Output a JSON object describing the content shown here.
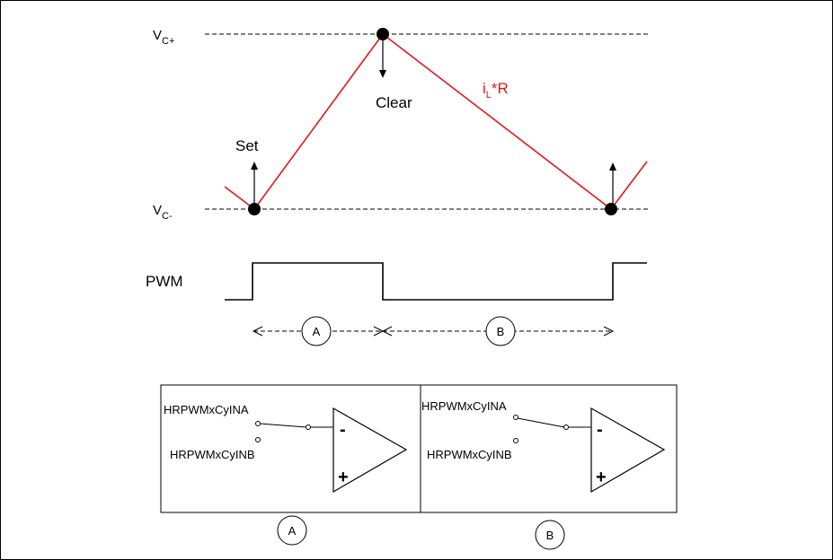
{
  "labels": {
    "vc_plus_main": "V",
    "vc_plus_sub": "C+",
    "vc_minus_main": "V",
    "vc_minus_sub": "C-",
    "clear": "Clear",
    "set": "Set",
    "il_r_i": "i",
    "il_r_sub": "L",
    "il_r_rest": "*R",
    "pwm": "PWM",
    "interval_a": "A",
    "interval_b": "B"
  },
  "panels": [
    {
      "input_a": "HRPWMxCyINA",
      "input_b": "HRPWMxCyINB",
      "minus": "-",
      "plus": "+",
      "caption": "A"
    },
    {
      "input_a": "HRPWMxCyINA",
      "input_b": "HRPWMxCyINB",
      "minus": "-",
      "plus": "+",
      "caption": "B"
    }
  ],
  "colors": {
    "waveform": "#e8141c",
    "lines": "#000000"
  }
}
